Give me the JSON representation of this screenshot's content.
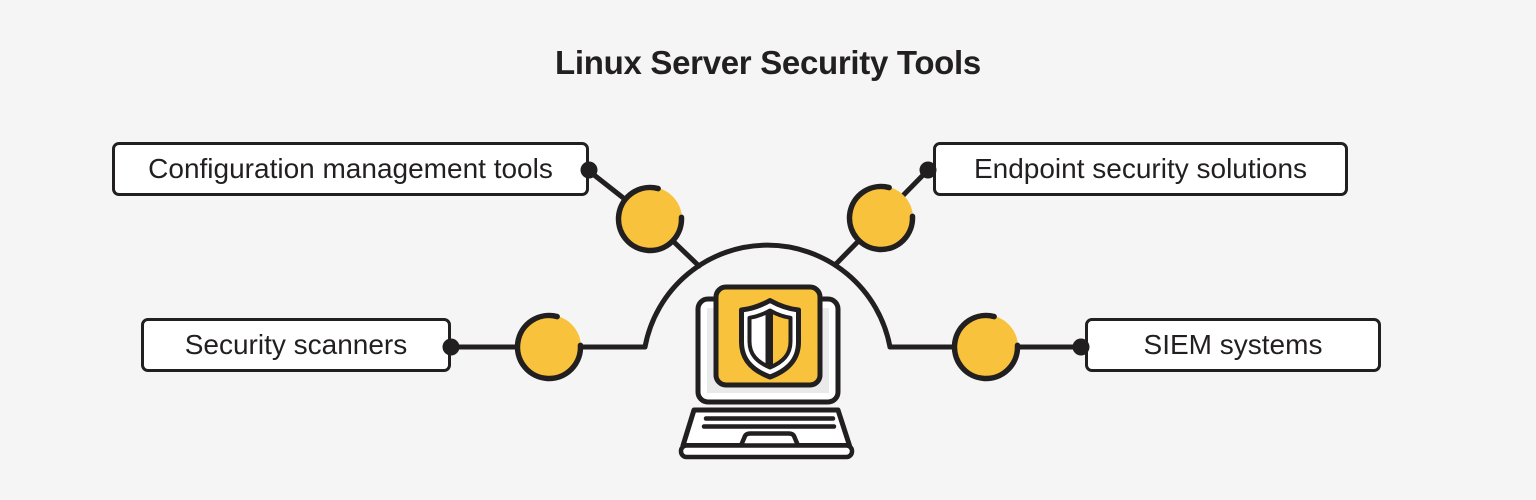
{
  "title": "Linux Server Security Tools",
  "diagram": {
    "center": {
      "icon": "laptop-shield-icon",
      "description": "laptop with security shield on screen under semicircular arc"
    },
    "nodes": [
      {
        "id": "config",
        "label": "Configuration management tools",
        "position": "top-left"
      },
      {
        "id": "endpoint",
        "label": "Endpoint security solutions",
        "position": "top-right"
      },
      {
        "id": "scanners",
        "label": "Security scanners",
        "position": "bottom-left"
      },
      {
        "id": "siem",
        "label": "SIEM systems",
        "position": "bottom-right"
      }
    ],
    "colors": {
      "accent_yellow": "#F8C23D",
      "stroke_black": "#221F20",
      "background": "#F5F5F6",
      "box_background": "#FFFFFF",
      "screen_gray": "#EAEAEA"
    }
  }
}
